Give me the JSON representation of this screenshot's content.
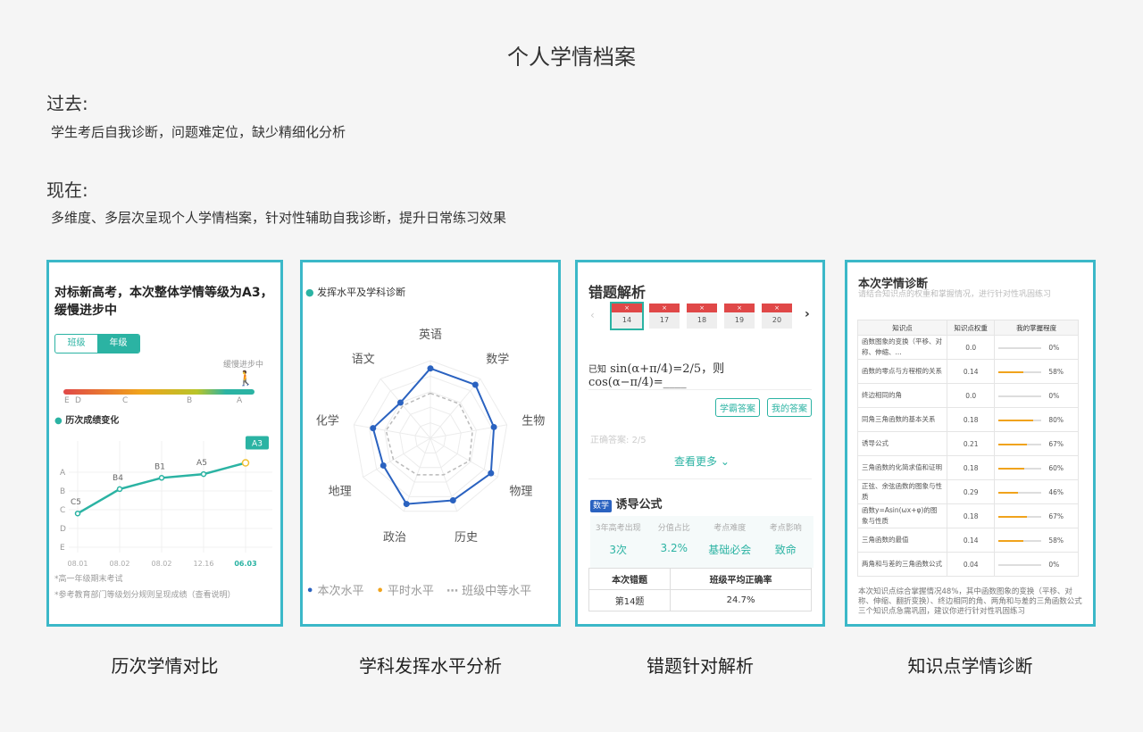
{
  "title": "个人学情档案",
  "past": {
    "label": "过去:",
    "text": "学生考后自我诊断，问题难定位，缺少精细化分析"
  },
  "now": {
    "label": "现在:",
    "text": "多维度、多层次呈现个人学情档案，针对性辅助自我诊断，提升日常练习效果"
  },
  "captions": [
    "历次学情对比",
    "学科发挥水平分析",
    "错题针对解析",
    "知识点学情诊断"
  ],
  "colors": {
    "accent": "#2bb3a3",
    "border": "#3bb8c8",
    "blue": "#2a62c0",
    "orange": "#f0a31c",
    "red": "#e04848"
  },
  "p1": {
    "heading": "对标新高考，本次整体学情等级为A3，缓慢进步中",
    "tabs": [
      "班级",
      "年级"
    ],
    "status": "缓慢进步中",
    "scale": [
      "E",
      "D",
      "C",
      "B",
      "A"
    ],
    "section": "历次成绩变化",
    "note1": "*高一年级期末考试",
    "note2": "*参考教育部门等级划分规则呈现成绩（查看说明）",
    "chart_data": {
      "type": "line",
      "y_labels": [
        "A",
        "B",
        "C",
        "D",
        "E"
      ],
      "x": [
        "08.01",
        "08.02",
        "08.02",
        "12.16",
        "06.03"
      ],
      "labels": [
        "C5",
        "B4",
        "B1",
        "A5",
        "A3"
      ],
      "values": [
        1.8,
        3.1,
        3.7,
        3.9,
        4.5
      ],
      "ylim": [
        0,
        4
      ]
    }
  },
  "p2": {
    "section": "发挥水平及学科诊断",
    "chart_data": {
      "type": "radar",
      "axes": [
        "英语",
        "数学",
        "生物",
        "物理",
        "历史",
        "政治",
        "地理",
        "化学",
        "语文"
      ],
      "series": [
        {
          "name": "本次水平",
          "values": [
            0.9,
            0.9,
            0.83,
            0.9,
            0.85,
            0.9,
            0.7,
            0.75,
            0.6
          ]
        },
        {
          "name": "平时水平",
          "values": []
        },
        {
          "name": "班级中等水平",
          "values": [
            0.58,
            0.58,
            0.55,
            0.58,
            0.5,
            0.5,
            0.55,
            0.58,
            0.55
          ]
        }
      ]
    }
  },
  "p3": {
    "heading": "错题解析",
    "questions": [
      "14",
      "17",
      "18",
      "19",
      "20"
    ],
    "mark": "×",
    "question_prefix": "已知",
    "question_math": "sin(α+π/4)=2/5，则 cos(α−π/4)=____",
    "btn_top": "学霸答案",
    "btn_mine": "我的答案",
    "answer_label": "正确答案:",
    "answer": "2/5",
    "more": "查看更多",
    "subject": "数学",
    "topic": "诱导公式",
    "stats_labels": [
      "3年高考出现",
      "分值占比",
      "考点难度",
      "考点影响"
    ],
    "stats_values": [
      "3次",
      "3.2%",
      "基础必会",
      "致命"
    ],
    "table_head": [
      "本次错题",
      "班级平均正确率"
    ],
    "table_row": [
      "第14题",
      "24.7%"
    ]
  },
  "p4": {
    "heading": "本次学情诊断",
    "sub": "请结合知识点的权重和掌握情况，进行针对性巩固练习",
    "cols": [
      "知识点",
      "知识点权重",
      "我的掌握程度"
    ],
    "rows": [
      {
        "name": "函数图象的变换（平移、对称、伸缩、...",
        "w": "0.0",
        "p": 0,
        "pt": "0%"
      },
      {
        "name": "函数的零点与方程根的关系",
        "w": "0.14",
        "p": 58,
        "pt": "58%"
      },
      {
        "name": "终边相同的角",
        "w": "0.0",
        "p": 0,
        "pt": "0%"
      },
      {
        "name": "同角三角函数的基本关系",
        "w": "0.18",
        "p": 80,
        "pt": "80%"
      },
      {
        "name": "诱导公式",
        "w": "0.21",
        "p": 67,
        "pt": "67%"
      },
      {
        "name": "三角函数的化简求值和证明",
        "w": "0.18",
        "p": 60,
        "pt": "60%"
      },
      {
        "name": "正弦、余弦函数的图象与性质",
        "w": "0.29",
        "p": 46,
        "pt": "46%"
      },
      {
        "name": "函数y=Asin(ωx+φ)的图象与性质",
        "w": "0.18",
        "p": 67,
        "pt": "67%"
      },
      {
        "name": "三角函数的最值",
        "w": "0.14",
        "p": 58,
        "pt": "58%"
      },
      {
        "name": "两角和与差的三角函数公式",
        "w": "0.04",
        "p": 0,
        "pt": "0%"
      }
    ],
    "summary": "本次知识点综合掌握情况48%，其中函数图象的变换（平移、对称、伸缩、翻折变换）、终边相同的角、两角和与差的三角函数公式三个知识点急需巩固，建议你进行针对性巩固练习"
  }
}
